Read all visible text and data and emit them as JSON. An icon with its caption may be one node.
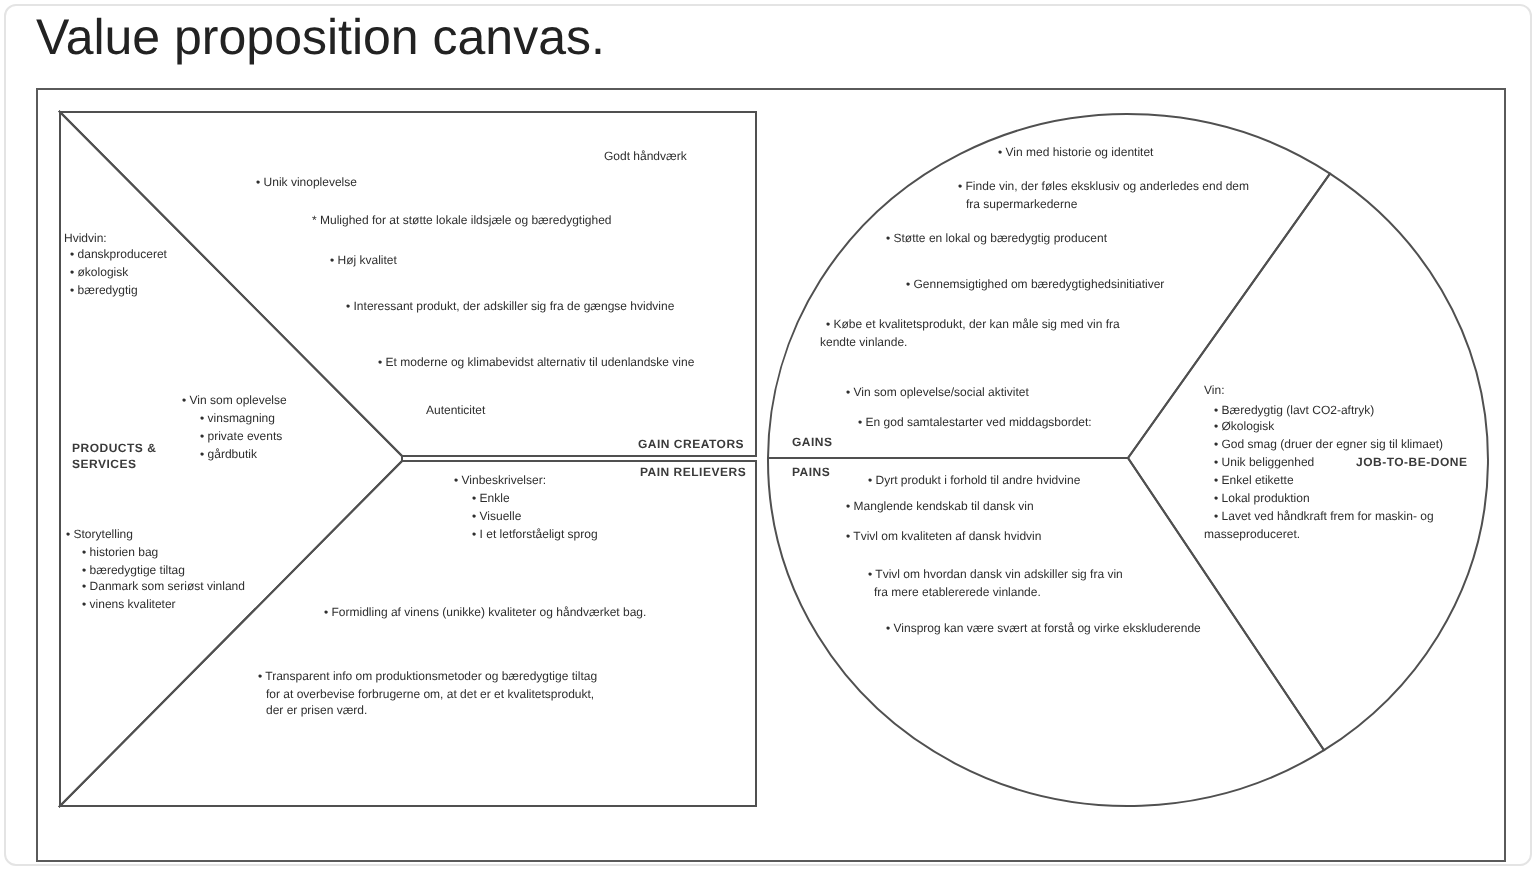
{
  "diagram": {
    "title": "Value proposition canvas.",
    "nodes": [
      {
        "text": [
          "Hvidvin:",
          "• danskproduceret",
          "• økologisk",
          "• bæredygtig",
          "• Vin som oplevelse",
          "• vinsmagning",
          "• private events",
          "PRODUCTS & SERVICES",
          "• gårdbutik",
          "• Storytelling",
          "• historien bag",
          "• bæredygtige tiltag",
          "• Danmark som seriøst vinland",
          "• vinens kvaliteter"
        ]
      },
      {
        "text": [
          "Godt håndværk",
          "• Unik vinoplevelse",
          "* Mulighed for at støtte lokale ildsjæle og bæredygtighed",
          "• Høj kvalitet",
          "• Interessant produkt, der adskiller sig fra de gængse hvidvine",
          "• Et moderne og klimabevidst alternativ til udenlandske vine",
          "Autenticitet",
          "GAIN CREATORS"
        ]
      },
      {
        "text": [
          "PAIN RELIEVERS",
          "• Vinbeskrivelser:",
          "• Enkle",
          "• Visuelle",
          "• I et letforståeligt sprog",
          "• Formidling af vinens (unikke) kvaliteter og håndværket bag.",
          "• Transparent info om produktionsmetoder og bæredygtige tiltag for at overbevise forbrugerne om, at det er et kvalitetsprodukt, der er prisen værd."
        ]
      },
      {
        "text": [
          "• Vin med historie og identitet",
          "• Finde vin, der føles eksklusiv og anderledes end dem fra supermarkederne",
          "• Støtte en lokal og bæredygtig producent",
          "• Gennemsigtighed om bæredygtighedsinitiativer",
          "• Købe et kvalitetsprodukt, der kan måle sig med vin fra kendte vinlande.",
          "• Vin som oplevelse/social aktivitet",
          "• En god samtalestarter ved middagsbordet:",
          "GAINS"
        ]
      },
      {
        "text": [
          "PAINS",
          "• Dyrt produkt i forhold til andre hvidvine",
          "• Manglende kendskab til dansk vin",
          "• Tvivl om kvaliteten af dansk hvidvin",
          "• Tvivl om hvordan dansk vin adskiller sig fra vin fra mere etablererede vinlande.",
          "• Vinsprog kan være svært at forstå og virke ekskluderende"
        ]
      },
      {
        "text": [
          "Vin:",
          "• Bæredygtig (lavt CO2-aftryk)",
          "• Økologisk",
          "• God smag (druer der egner sig til klimaet)",
          "• Unik beliggenhed",
          "JOB-TO-BE-DONE",
          "• Enkel etikette",
          "• Lokal produktion",
          "• Lavet ved håndkraft frem for maskin- og masseproduceret."
        ]
      }
    ]
  }
}
